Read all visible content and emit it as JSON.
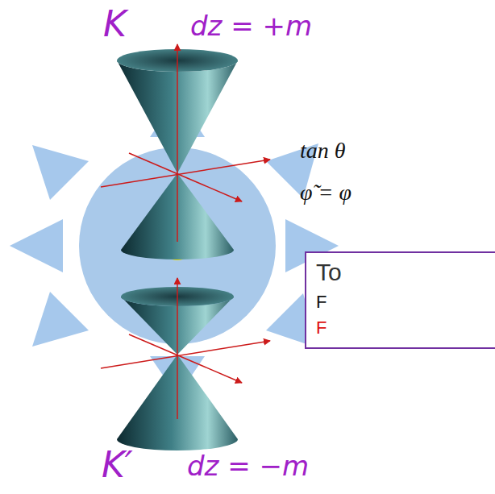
{
  "diagram": {
    "nodes": [
      {
        "text": [
          "To",
          "F",
          "F"
        ]
      }
    ],
    "labels": [
      "K",
      "dz = +m",
      "tan θ",
      "φ̃ = φ",
      "K′",
      "dz = −m"
    ]
  }
}
